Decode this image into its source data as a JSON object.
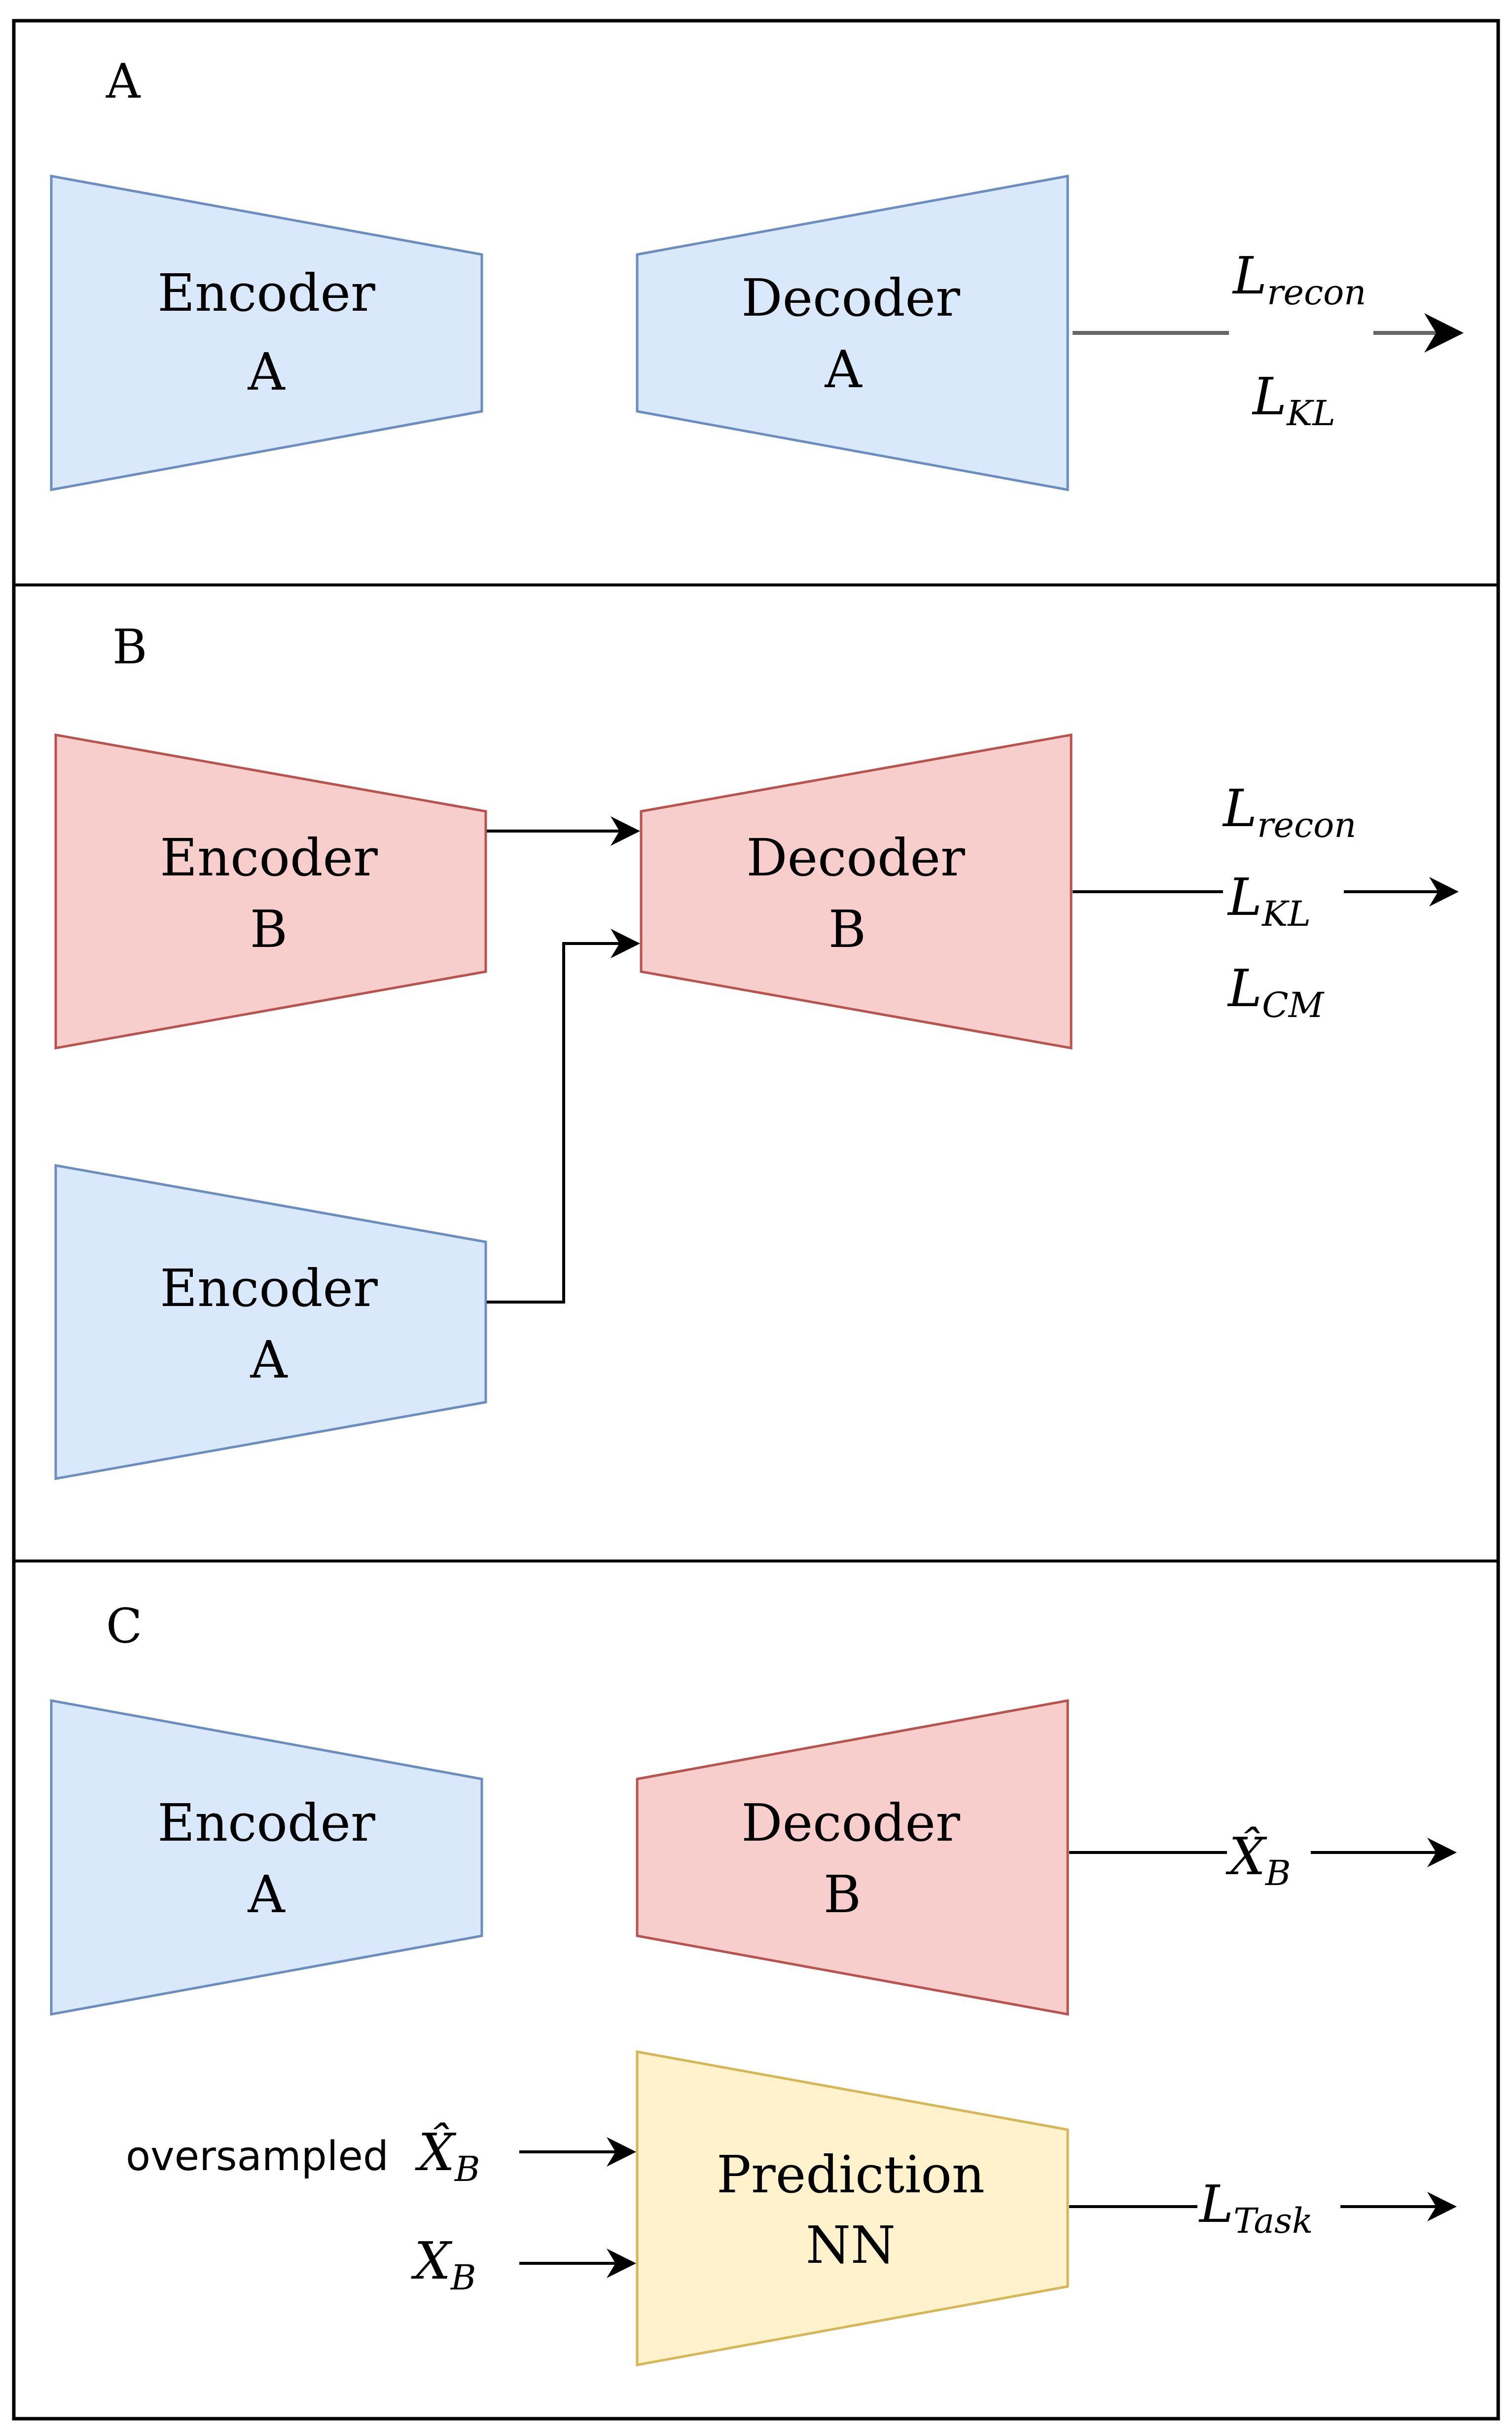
{
  "panels": [
    {
      "label": "A"
    },
    {
      "label": "B"
    },
    {
      "label": "C"
    }
  ],
  "panel_a": {
    "encoder": {
      "line1": "Encoder",
      "line2": "A"
    },
    "decoder": {
      "line1": "Decoder",
      "line2": "A"
    },
    "loss_recon": {
      "base": "L",
      "sub": "recon"
    },
    "loss_kl": {
      "base": "L",
      "sub": "KL"
    }
  },
  "panel_b": {
    "encoder_b": {
      "line1": "Encoder",
      "line2": "B"
    },
    "encoder_a": {
      "line1": "Encoder",
      "line2": "A"
    },
    "decoder": {
      "line1": "Decoder",
      "line2": "B"
    },
    "loss_recon": {
      "base": "L",
      "sub": "recon"
    },
    "loss_kl": {
      "base": "L",
      "sub": "KL"
    },
    "loss_cm": {
      "base": "L",
      "sub": "CM"
    }
  },
  "panel_c": {
    "encoder": {
      "line1": "Encoder",
      "line2": "A"
    },
    "decoder": {
      "line1": "Decoder",
      "line2": "B"
    },
    "output_xhat": {
      "base": "X̂",
      "sub": "B"
    },
    "prediction": {
      "line1": "Prediction",
      "line2": "NN"
    },
    "input_oversampled_label": "oversampled",
    "input_oversampled": {
      "base": "X̂",
      "sub": "B"
    },
    "input_real": {
      "base": "X",
      "sub": "B"
    },
    "loss_task": {
      "base": "L",
      "sub": "Task"
    }
  }
}
